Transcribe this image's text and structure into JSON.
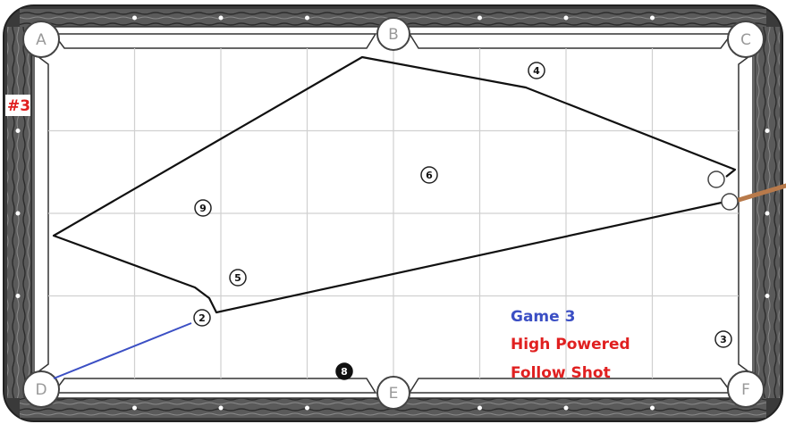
{
  "side_tag": {
    "text": "#3",
    "color": "#e02020"
  },
  "pockets": [
    {
      "id": "A",
      "label": "A"
    },
    {
      "id": "B",
      "label": "B"
    },
    {
      "id": "C",
      "label": "C"
    },
    {
      "id": "D",
      "label": "D"
    },
    {
      "id": "E",
      "label": "E"
    },
    {
      "id": "F",
      "label": "F"
    }
  ],
  "balls": [
    {
      "number": "2",
      "kind": "object"
    },
    {
      "number": "3",
      "kind": "object"
    },
    {
      "number": "4",
      "kind": "object"
    },
    {
      "number": "5",
      "kind": "object"
    },
    {
      "number": "6",
      "kind": "object"
    },
    {
      "number": "8",
      "kind": "eight-ball"
    },
    {
      "number": "9",
      "kind": "object"
    }
  ],
  "caption": {
    "line1": {
      "text": "Game 3",
      "color": "#3b4fc4"
    },
    "line2": {
      "text": "High Powered",
      "color": "#e02020"
    },
    "line3": {
      "text": "Follow Shot",
      "color": "#e02020"
    }
  },
  "colors": {
    "rail": "#4a4a4a",
    "cloth": "#ffffff",
    "grid": "#d0d0d0",
    "path": "#111111",
    "object_ball_line": "#3b4fc4",
    "cue_stick": "#b87a4b"
  }
}
